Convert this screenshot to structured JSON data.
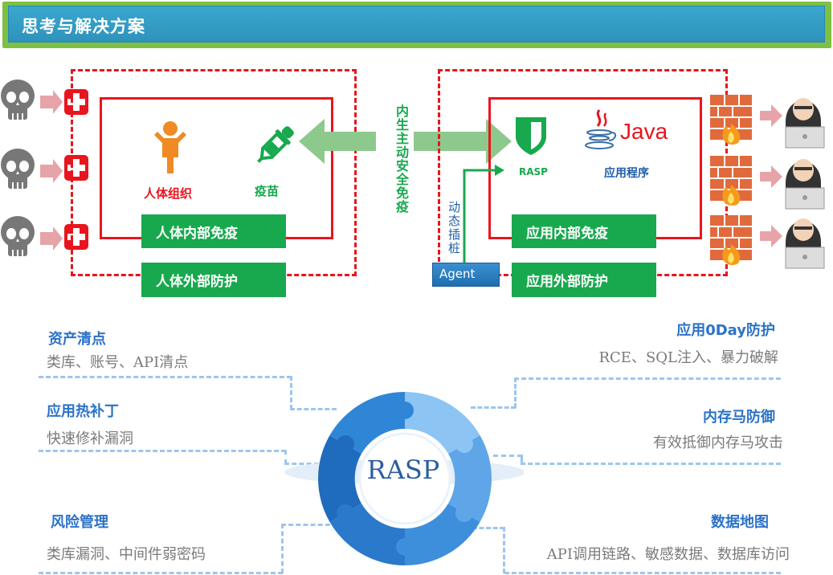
{
  "header": {
    "title": "思考与解决方案"
  },
  "left_panel": {
    "person_label": "人体组织",
    "vaccine_label": "疫苗",
    "internal_bar": "人体内部免疫",
    "external_bar": "人体外部防护"
  },
  "center_label": "内生主动安全免疫",
  "right_panel": {
    "rasp_label": "RASP",
    "java_text": "Java",
    "app_label": "应用程序",
    "dynamic_label": "动态插桩",
    "agent_label": "Agent",
    "internal_bar": "应用内部免疫",
    "external_bar": "应用外部防护"
  },
  "wheel_label": "RASP",
  "features_left": [
    {
      "title": "资产清点",
      "desc": "类库、账号、API清点"
    },
    {
      "title": "应用热补丁",
      "desc": "快速修补漏洞"
    },
    {
      "title": "风险管理",
      "desc": "类库漏洞、中间件弱密码"
    }
  ],
  "features_right": [
    {
      "title": "应用0Day防护",
      "desc": "RCE、SQL注入、暴力破解"
    },
    {
      "title": "内存马防御",
      "desc": "有效抵御内存马攻击"
    },
    {
      "title": "数据地图",
      "desc": "API调用链路、敏感数据、数据库访问"
    }
  ],
  "colors": {
    "header_bg": "#3aa7cc",
    "header_border": "#7ec142",
    "frame_red": "#e8141e",
    "bar_green": "#18a84e",
    "arrow_green": "#8dc98d",
    "feature_blue": "#2c72c7",
    "dash_blue": "#9cc6ee"
  },
  "icons": [
    "skull-icon",
    "red-cross-icon",
    "person-icon",
    "dropper-icon",
    "shield-icon",
    "java-cup-icon",
    "firewall-icon",
    "hacker-icon",
    "puzzle-wheel"
  ]
}
